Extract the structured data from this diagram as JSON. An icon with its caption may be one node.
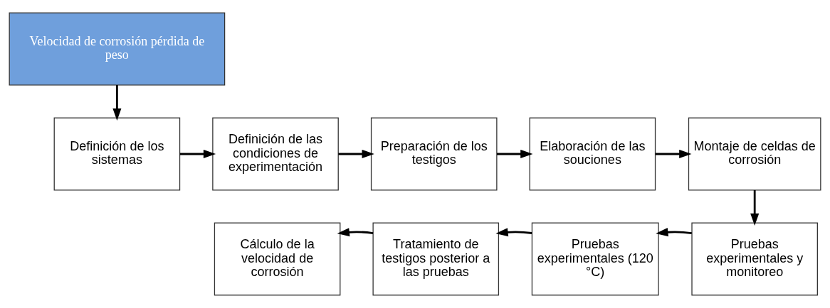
{
  "diagram": {
    "nodes": [
      {
        "text": [
          "Velocidad de corrosión pérdida de peso"
        ]
      },
      {
        "text": [
          "Definición de los sistemas"
        ]
      },
      {
        "text": [
          "Definición de las condiciones de experimentación"
        ]
      },
      {
        "text": [
          "Preparación de los testigos"
        ]
      },
      {
        "text": [
          "Elaboración de las souciones"
        ]
      },
      {
        "text": [
          "Montaje de celdas de corrosión"
        ]
      },
      {
        "text": [
          "Pruebas experimentales y monitoreo"
        ]
      },
      {
        "text": [
          "Pruebas experimentales (120 °C)"
        ]
      },
      {
        "text": [
          "Tratamiento de testigos posterior a las pruebas"
        ]
      },
      {
        "text": [
          "Cálculo de la velocidad de corrosión"
        ]
      }
    ],
    "edges": [
      {
        "from": 0,
        "to": 1,
        "arrow": "to"
      },
      {
        "from": 1,
        "to": 2,
        "arrow": "to"
      },
      {
        "from": 2,
        "to": 3,
        "arrow": "to"
      },
      {
        "from": 3,
        "to": 4,
        "arrow": "to"
      },
      {
        "from": 4,
        "to": 5,
        "arrow": "to"
      },
      {
        "from": 5,
        "to": 6,
        "arrow": "to"
      },
      {
        "from": 6,
        "to": 7,
        "arrow": "to"
      },
      {
        "from": 7,
        "to": 8,
        "arrow": "to"
      },
      {
        "from": 8,
        "to": 9,
        "arrow": "to"
      }
    ]
  }
}
